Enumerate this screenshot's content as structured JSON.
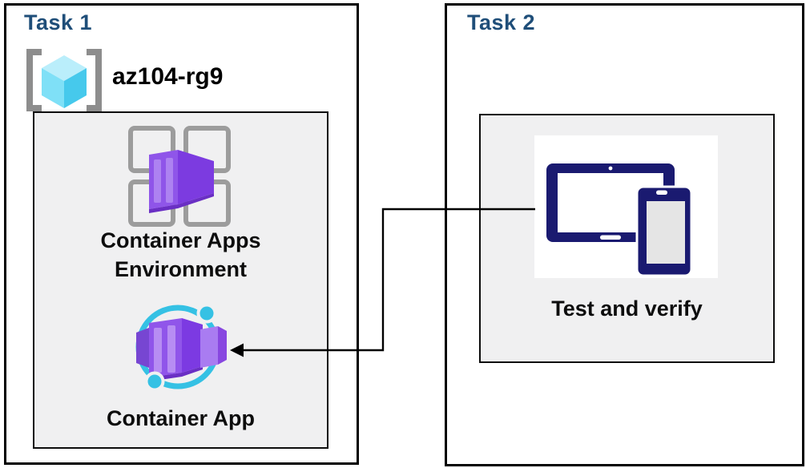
{
  "task1": {
    "title": "Task 1",
    "resource_group": "az104-rg9",
    "environment_label": "Container Apps Environment",
    "app_label": "Container App"
  },
  "task2": {
    "title": "Task 2",
    "verify_label": "Test and verify"
  },
  "icons": {
    "resource_group": "resource-group-icon",
    "environment": "container-apps-environment-icon",
    "container_app": "container-app-icon",
    "devices": "devices-icon"
  },
  "colors": {
    "title_blue": "#1f4e79",
    "box_border": "#000000",
    "panel_gray": "#f0f0f1",
    "device_navy": "#1a1a70",
    "cyan_accent": "#35c1e4",
    "purple_main": "#8f55e9",
    "purple_dark": "#7c3be0",
    "purple_light": "#ad82f1",
    "cube_cyan_top": "#baeefb",
    "cube_cyan_left": "#7fe0f7",
    "cube_cyan_right": "#46c9ec",
    "bracket_gray": "#8d8d8d",
    "grid_gray": "#9c9c9c"
  }
}
